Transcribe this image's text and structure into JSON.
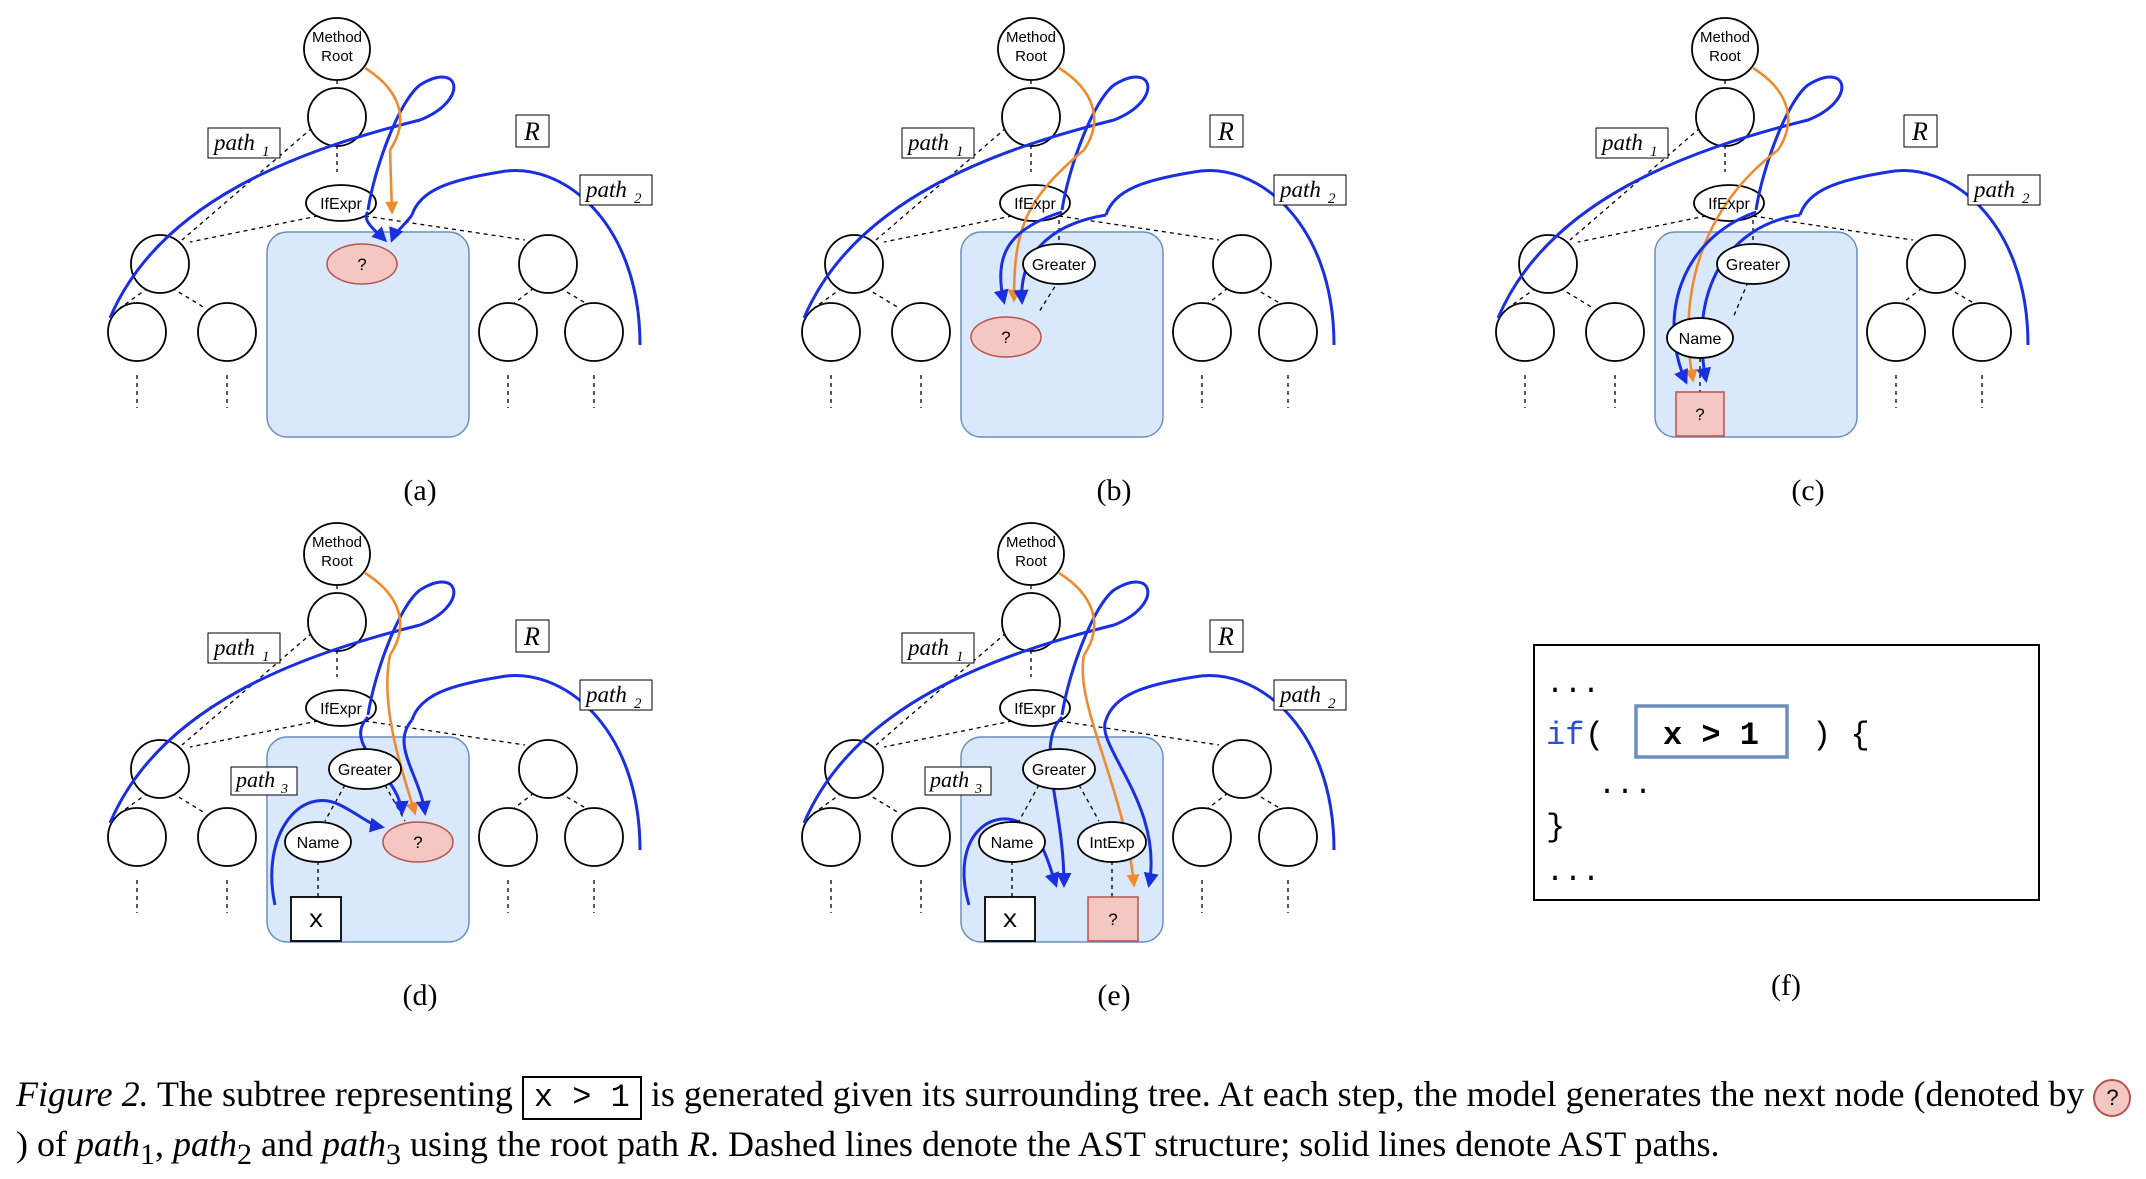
{
  "nodes": {
    "method_root_line1": "Method",
    "method_root_line2": "Root",
    "ifexpr": "IfExpr",
    "greater": "Greater",
    "name": "Name",
    "intexp": "IntExp",
    "unknown": "?",
    "x": "x"
  },
  "path_labels": {
    "path_base": "path",
    "sub1": "1",
    "sub2": "2",
    "sub3": "3",
    "root_path": "R"
  },
  "subfigure_labels": [
    "(a)",
    "(b)",
    "(c)",
    "(d)",
    "(e)",
    "(f)"
  ],
  "code": {
    "line1": "...",
    "if_keyword": "if",
    "open_paren": "(",
    "expr": "x > 1",
    "close": ") {",
    "line3": "...",
    "line4": "}",
    "line5": "..."
  },
  "caption": {
    "figure_label": "Figure 2.",
    "part1": " The subtree representing ",
    "code": "x > 1",
    "part2": " is generated given its surrounding tree.  At each step, the model generates the next node (denoted by ",
    "marker": "?",
    "part3": ") of ",
    "path1": "path",
    "sub1": "1",
    "sep1": ", ",
    "path2": "path",
    "sub2": "2",
    "sep2": " and ",
    "path3": "path",
    "sub3": "3",
    "part4": " using the root path ",
    "root": "R",
    "part5": ". Dashed lines denote the AST structure; solid lines denote AST paths."
  },
  "colors": {
    "highlight_fill": "#dae8fc",
    "highlight_stroke": "#6c8ebf",
    "unknown_fill": "#f4c7c3",
    "unknown_stroke": "#b85450",
    "path_blue": "#1a2fe0",
    "root_orange": "#f08a2e",
    "keyword_blue": "#2b4fd6"
  }
}
